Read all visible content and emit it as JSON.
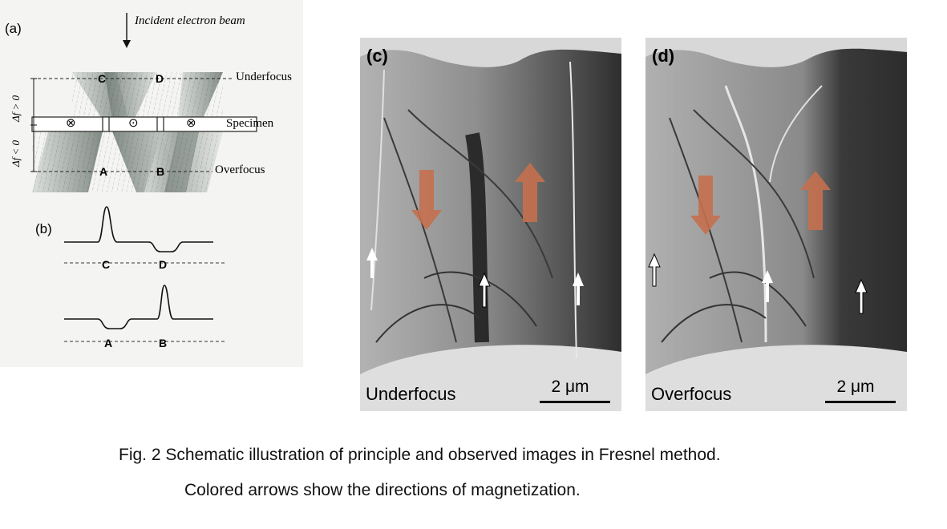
{
  "figure": {
    "panel_a": {
      "label": "(a)",
      "beam_label": "Incident electron beam",
      "underfocus": "Underfocus",
      "specimen": "Specimen",
      "overfocus": "Overfocus",
      "point_c": "C",
      "point_d": "D",
      "point_a": "A",
      "point_b": "B",
      "delta_pos": "Δf > 0",
      "delta_neg": "Δf < 0",
      "symbol_in": "⊗",
      "symbol_out": "⊙"
    },
    "panel_b": {
      "label": "(b)",
      "upper_left": "C",
      "upper_right": "D",
      "lower_left": "A",
      "lower_right": "B"
    },
    "panel_c": {
      "label": "(c)",
      "focus": "Underfocus",
      "scale": "2 μm"
    },
    "panel_d": {
      "label": "(d)",
      "focus": "Overfocus",
      "scale": "2 μm"
    },
    "arrow_color": "#c4704e"
  },
  "caption": {
    "line1": "Fig. 2  Schematic illustration of principle and observed images in Fresnel method.",
    "line2": "Colored arrows show the directions of magnetization."
  }
}
